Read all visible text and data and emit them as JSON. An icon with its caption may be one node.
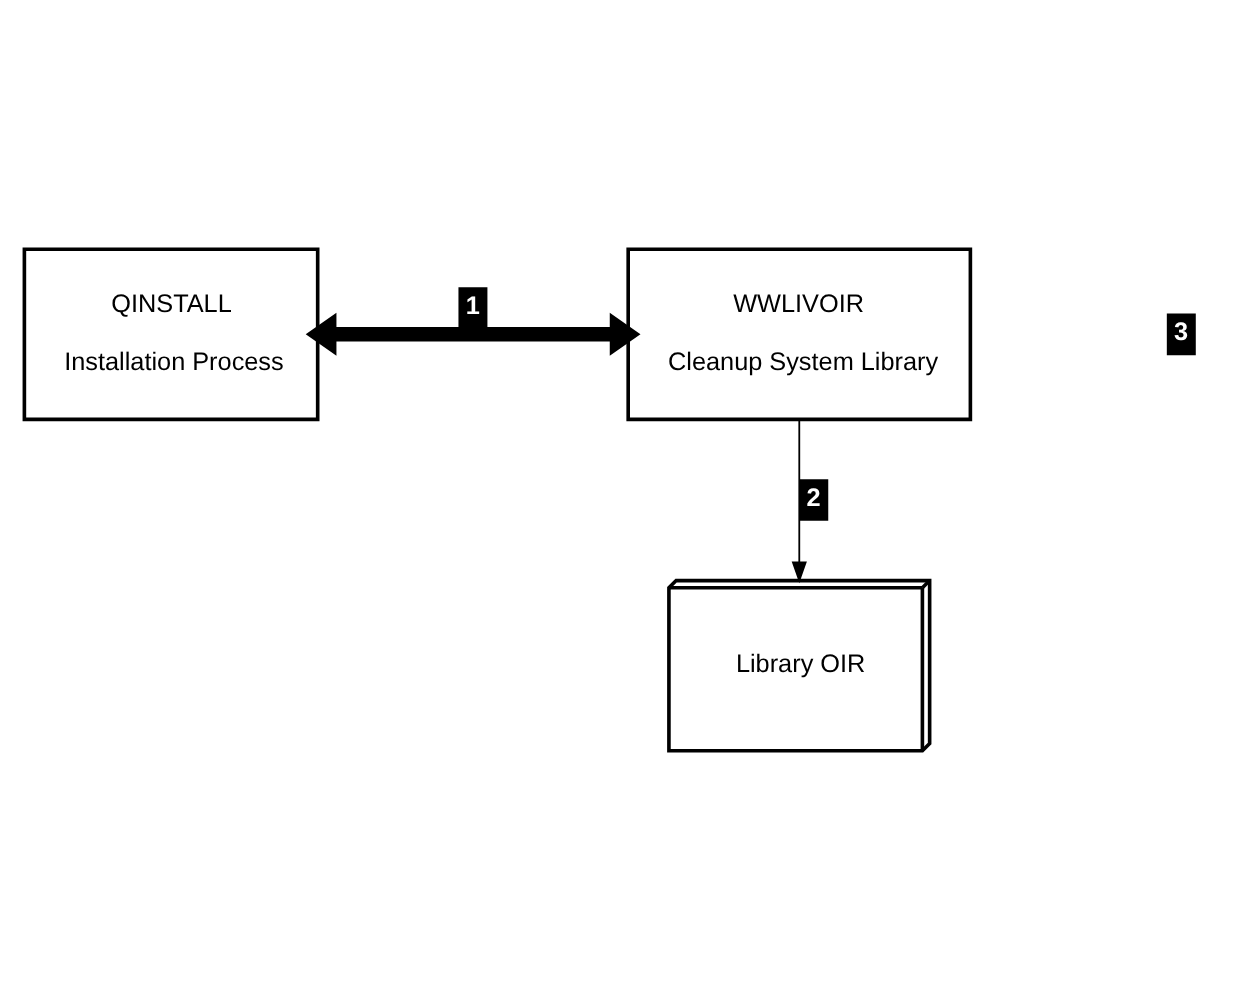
{
  "diagram": {
    "nodes": [
      {
        "text": [
          "QINSTALL",
          "Installation Process"
        ]
      },
      {
        "text": [
          "WWLIVOIR",
          "Cleanup System Library"
        ]
      },
      {
        "text": [
          "Library OIR"
        ]
      }
    ],
    "edges": [
      {
        "from": 0,
        "to": 1,
        "arrow": "both",
        "label": "1",
        "style": "thick"
      },
      {
        "from": 1,
        "to": 2,
        "arrow": "to",
        "label": "2"
      }
    ],
    "labels": [
      "3"
    ]
  }
}
